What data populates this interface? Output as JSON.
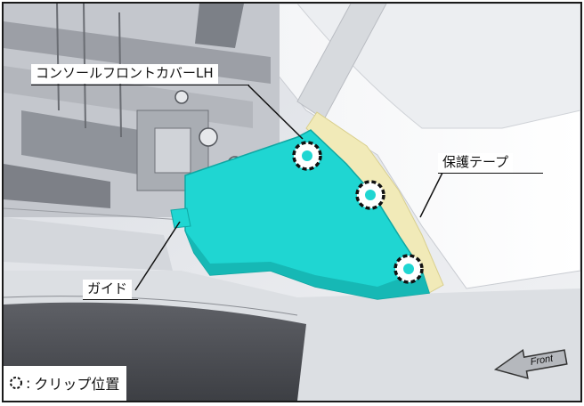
{
  "labels": {
    "console_cover": "コンソールフロントカバーLH",
    "tape": "保護テープ",
    "guide": "ガイド"
  },
  "legend": {
    "separator": ":",
    "text": "クリップ位置"
  },
  "direction": {
    "text": "Front"
  },
  "clip_count": 3,
  "colors": {
    "cover": "#1fd6d2",
    "tape": "#f1eab8",
    "outline": "#1a1a1a"
  }
}
